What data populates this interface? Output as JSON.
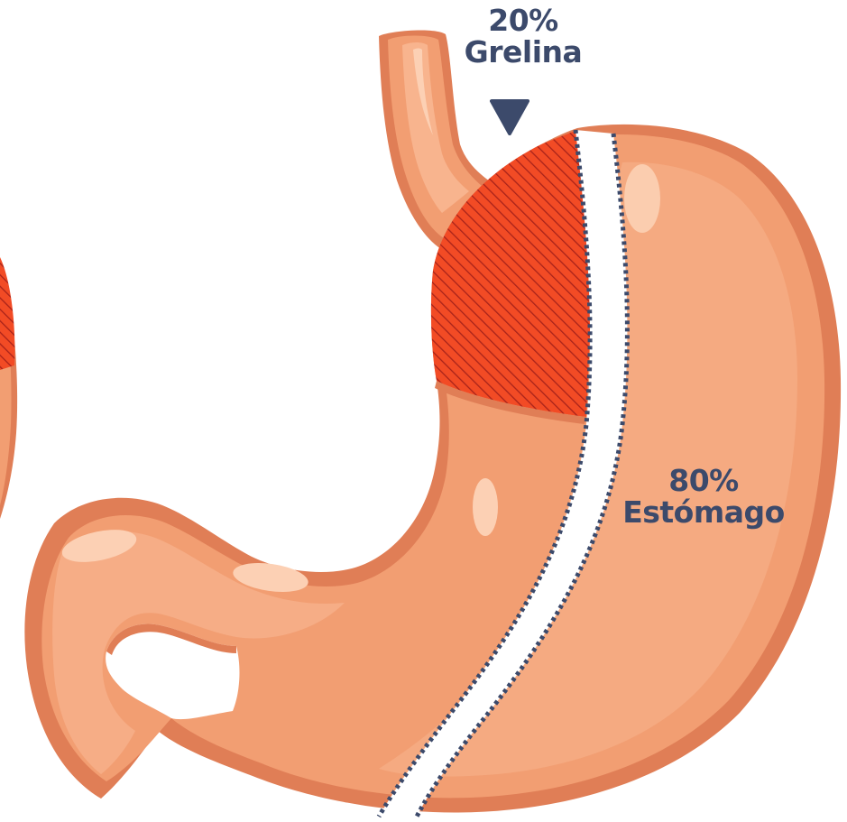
{
  "labels": {
    "ghrelin": {
      "percent": "20%",
      "name": "Grelina"
    },
    "stomach": {
      "percent": "80%",
      "name": "Estómago"
    }
  },
  "icons": {
    "pointer": "triangle-down-icon",
    "cut_line": "dashed-line"
  },
  "colors": {
    "label_text": "#3c4a6b",
    "stomach_base": "#f29e72",
    "stomach_dark": "#e07e56",
    "stomach_light": "#f8b48e",
    "highlight": "#fcd0b4",
    "resected_zone": "#f04a24",
    "hatch_lines": "#b3261a",
    "cut_line": "#3c4a6b"
  }
}
